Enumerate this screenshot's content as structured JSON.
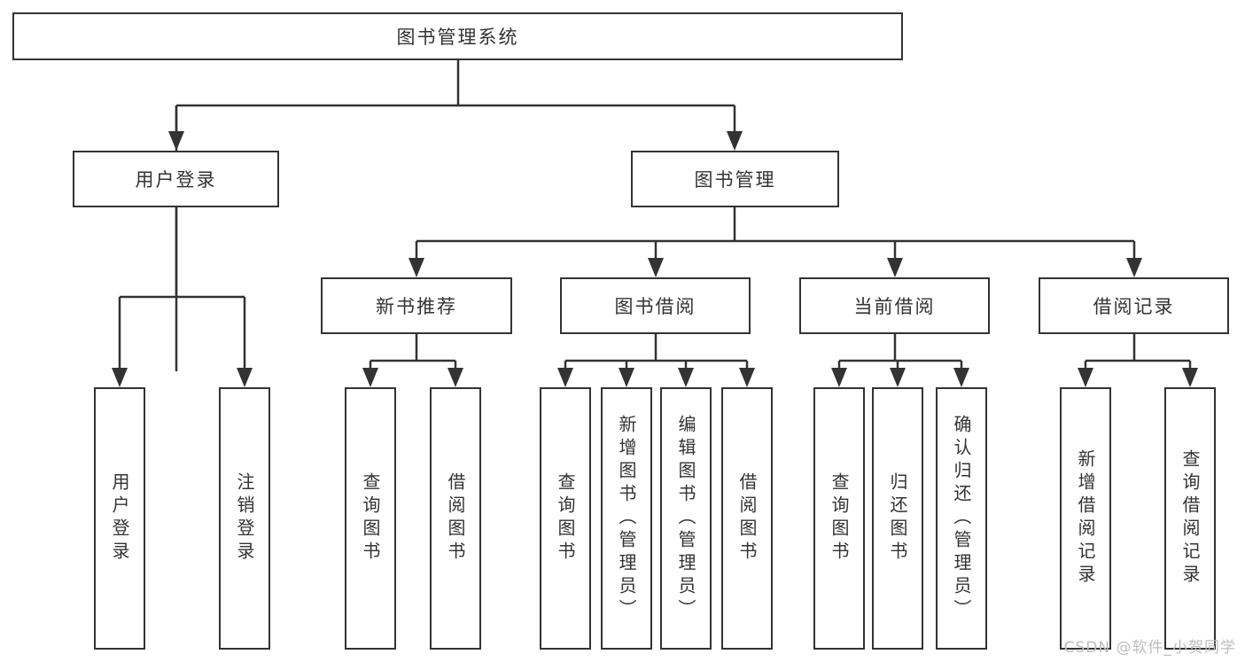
{
  "colors": {
    "line": "#333333",
    "text": "#333333",
    "background": "#ffffff",
    "watermark": "#bdbdbd"
  },
  "root": {
    "label": "图书管理系统"
  },
  "level2": {
    "user_login": "用户登录",
    "book_management": "图书管理"
  },
  "level3": {
    "new_book_recommend": "新书推荐",
    "book_borrowing": "图书借阅",
    "current_borrowing": "当前借阅",
    "borrowing_records": "借阅记录"
  },
  "leaves": {
    "user_login_group": [
      "用户登录",
      "注销登录"
    ],
    "new_book_group": [
      "查询图书",
      "借阅图书"
    ],
    "book_borrowing_group": [
      "查询图书",
      "新增图书（管理员）",
      "编辑图书（管理员）",
      "借阅图书"
    ],
    "current_borrowing_group": [
      "查询图书",
      "归还图书",
      "确认归还（管理员）"
    ],
    "records_group": [
      "新增借阅记录",
      "查询借阅记录"
    ]
  },
  "watermark": {
    "text": "CSDN @软件_小贺同学"
  }
}
